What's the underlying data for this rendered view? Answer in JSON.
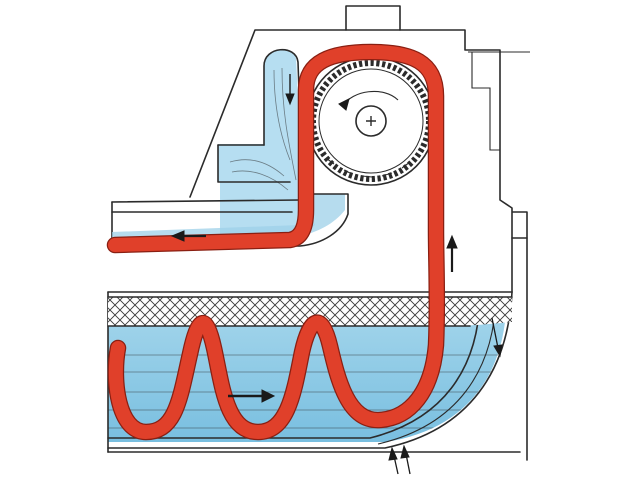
{
  "diagram": {
    "colors": {
      "background": "#ffffff",
      "liquid": "#8fcbe6",
      "liquid_dark": "#5aaed6",
      "strip": "#e0402a",
      "outline": "#2b2b2b",
      "mesh": "#3a3a3a"
    },
    "parts": [
      "machine-housing",
      "drive-drum",
      "drum-axle",
      "feed-chute",
      "return-channel",
      "mesh-screen",
      "liquid-tank",
      "moving-strip"
    ],
    "flow_arrows": [
      "strip-direction-arrow",
      "drum-rotation-arrow",
      "strip-lift-arrow",
      "chute-flow-arrow",
      "tank-return-arrow"
    ]
  }
}
